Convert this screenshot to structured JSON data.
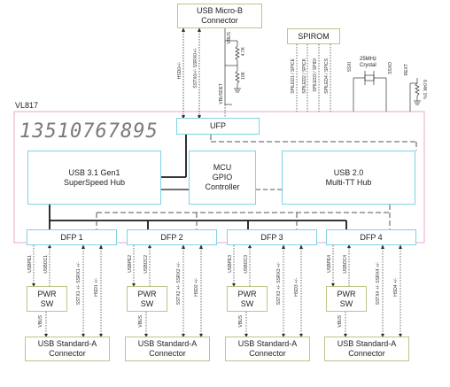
{
  "chip": {
    "name": "VL817",
    "serial": "13510767895"
  },
  "top_connector": {
    "line1": "USB Micro-B",
    "line2": "Connector"
  },
  "spirom": {
    "label": "SPIROM"
  },
  "ufp": {
    "label": "UFP"
  },
  "hub3": {
    "line1": "USB 3.1 Gen1",
    "line2": "SuperSpeed Hub"
  },
  "mcu": {
    "line1": "MCU",
    "line2": "GPIO",
    "line3": "Controller"
  },
  "hub2": {
    "line1": "USB 2.0",
    "line2": "Multi-TT Hub"
  },
  "top_signals": {
    "hsd0": "HSD0+/-",
    "sstx0": "SSTX0+/- SSRX0+/-",
    "vbus": "VBUS",
    "r1": "4.7K",
    "r2": "10K",
    "vbusdet": "VBUSDET",
    "spi1": "SPILED1 / SPICE",
    "spi2": "SPILED2 / SPICK",
    "spi3": "SPILED3 / SPIDI",
    "spi4": "SPILED4 / SPICS",
    "ssxi": "SSXI",
    "ssxo": "SSXO",
    "crystal1": "25MHz",
    "crystal2": "Crystal",
    "rext": "REXT",
    "rext_val": "6.04K 1%"
  },
  "ports": [
    {
      "dfp": "DFP 1",
      "pwr1": "PWR",
      "pwr2": "SW",
      "usbpe": "USBPE1",
      "usboc": "USBOC1",
      "sstx": "SSTX1 +/- SSRX1 +/-",
      "hsd": "HSD1 +/-",
      "vbus": "VBUS",
      "conn1": "USB Standard-A",
      "conn2": "Connector"
    },
    {
      "dfp": "DFP 2",
      "pwr1": "PWR",
      "pwr2": "SW",
      "usbpe": "USBPE2",
      "usboc": "USBOC2",
      "sstx": "SSTX2 +/- SSRX2 +/-",
      "hsd": "HSD2 +/-",
      "vbus": "VBUS",
      "conn1": "USB Standard-A",
      "conn2": "Connector"
    },
    {
      "dfp": "DFP 3",
      "pwr1": "PWR",
      "pwr2": "SW",
      "usbpe": "USBPE3",
      "usboc": "USBOC3",
      "sstx": "SSTX3 +/- SSRX3 +/-",
      "hsd": "HSD3 +/-",
      "vbus": "VBUS",
      "conn1": "USB Standard-A",
      "conn2": "Connector"
    },
    {
      "dfp": "DFP 4",
      "pwr1": "PWR",
      "pwr2": "SW",
      "usbpe": "USBPE4",
      "usboc": "USBOC4",
      "sstx": "SSTX4 +/- SSRX4 +/-",
      "hsd": "HSD4 +/-",
      "vbus": "VBUS",
      "conn1": "USB Standard-A",
      "conn2": "Connector"
    }
  ]
}
